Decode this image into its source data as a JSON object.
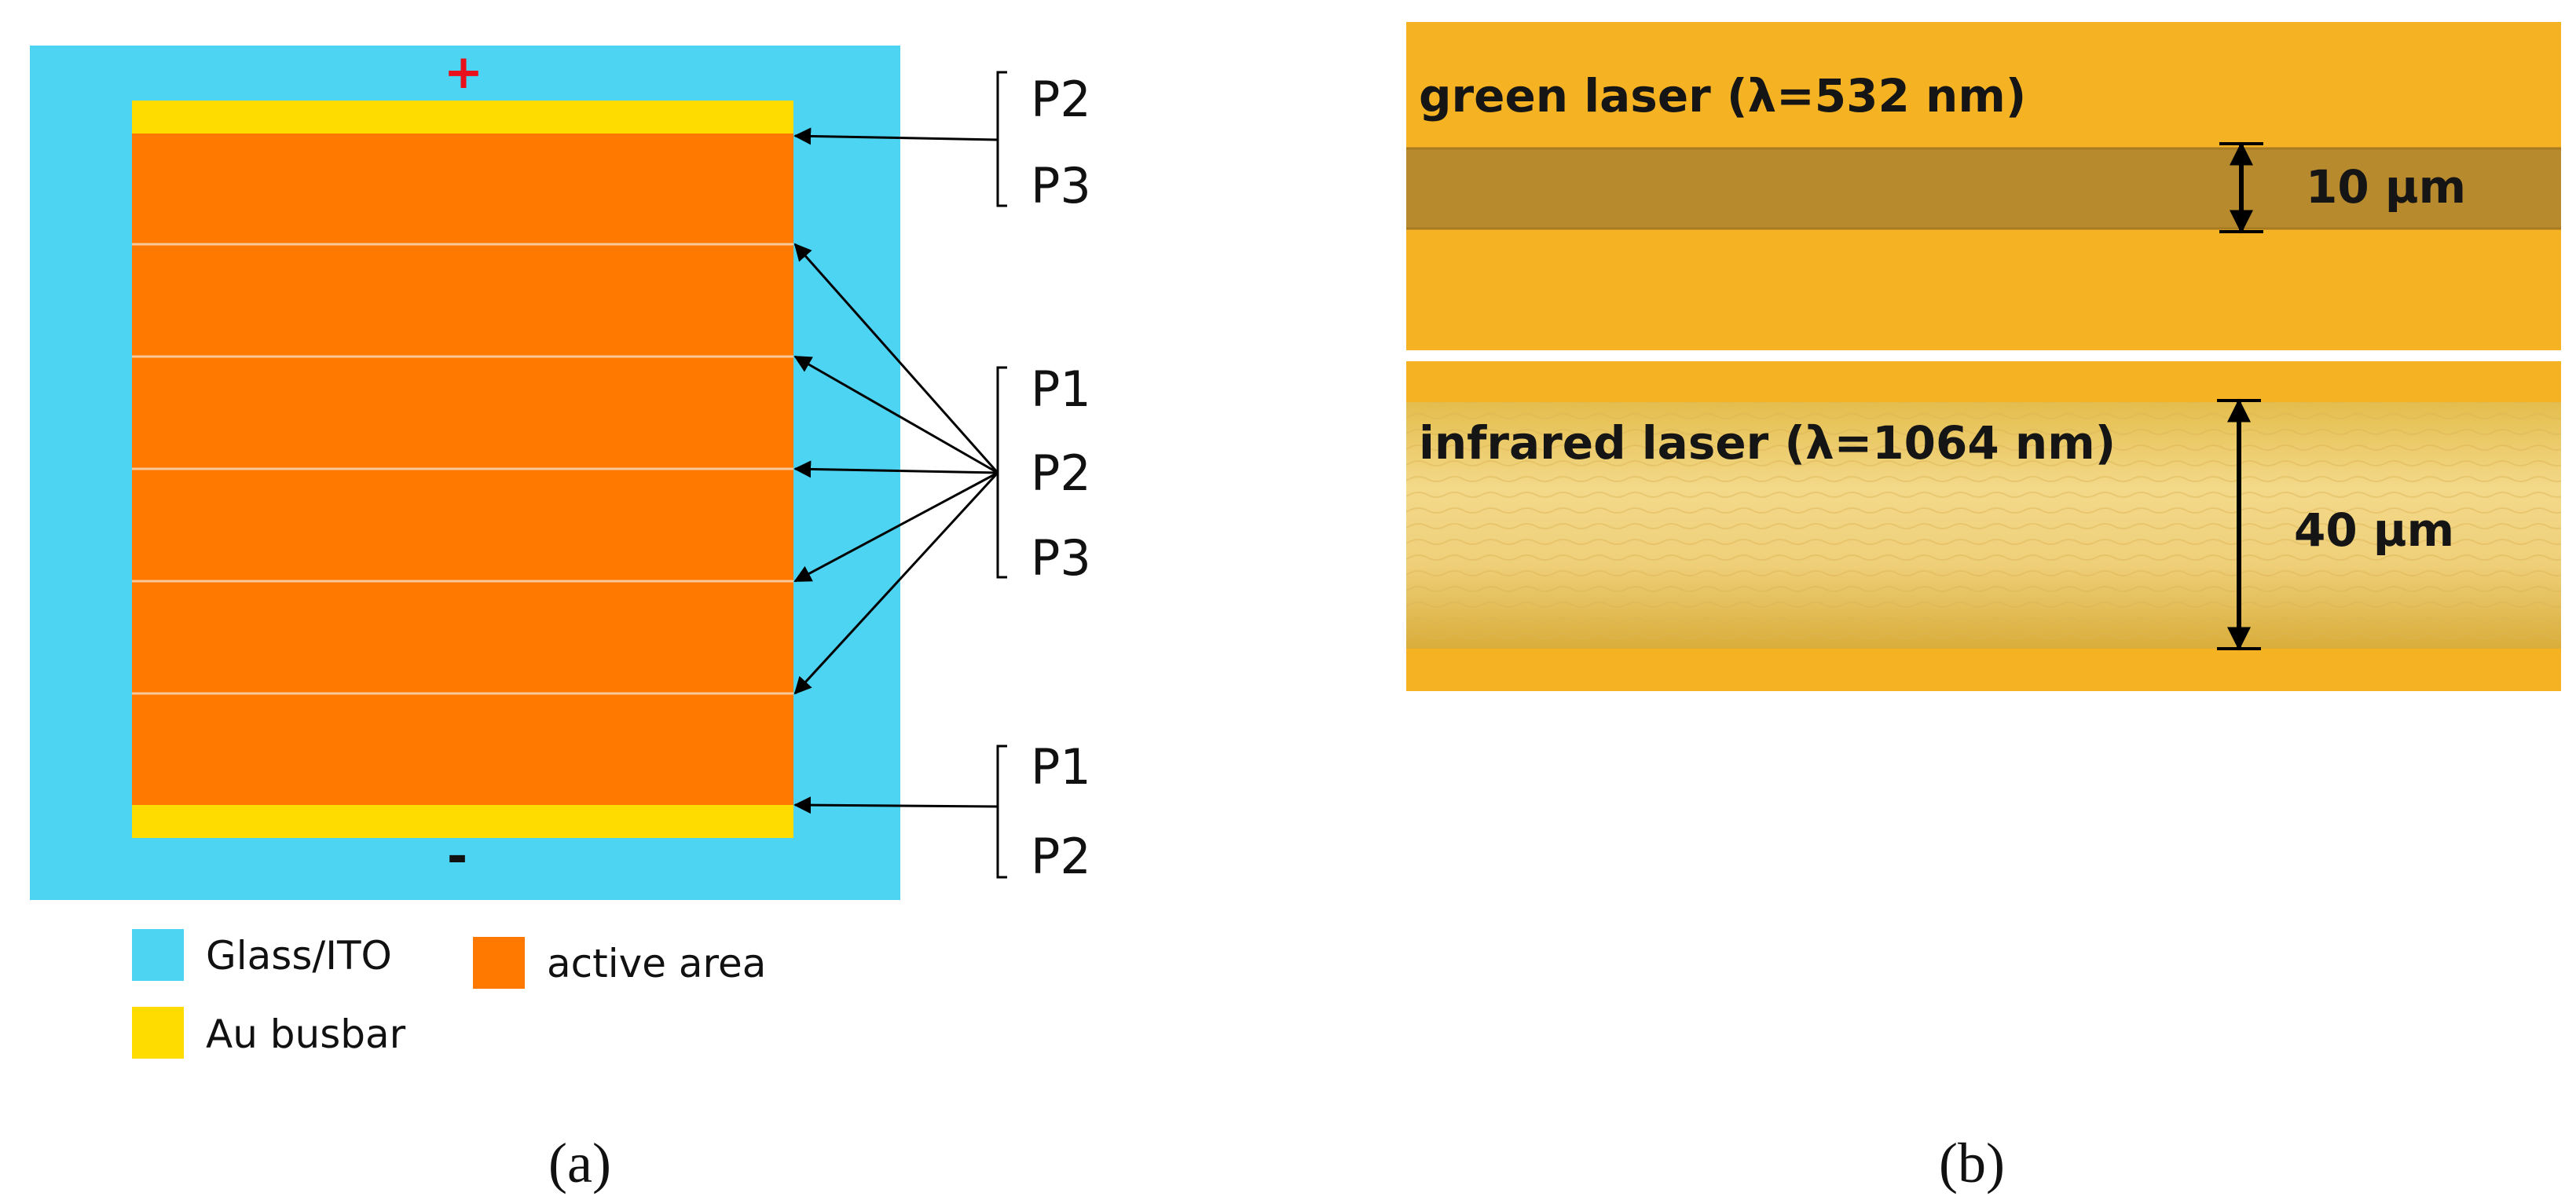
{
  "panel_a": {
    "polarity": {
      "plus": "+",
      "minus": "-"
    },
    "scribe_groups": {
      "top": [
        "P2",
        "P3"
      ],
      "middle": [
        "P1",
        "P2",
        "P3"
      ],
      "bottom": [
        "P1",
        "P2"
      ]
    },
    "legend": [
      {
        "label": "Glass/ITO",
        "color": "#4dd4f2"
      },
      {
        "label": "active area",
        "color": "#ff7800"
      },
      {
        "label": "Au busbar",
        "color": "#ffdc00"
      }
    ],
    "caption": "(a)"
  },
  "panel_b": {
    "top_image": {
      "label": "green laser (λ=532 nm)",
      "width_label": "10 µm"
    },
    "bottom_image": {
      "label": "infrared laser (λ=1064 nm)",
      "width_label": "40 µm"
    },
    "caption": "(b)"
  },
  "colors": {
    "glass_ito": "#4dd4f2",
    "active_area": "#ff7800",
    "busbar": "#ffdc00",
    "plus_sign": "#e8101a",
    "micro_gold": "#f5b323",
    "green_scribe": "#b88a2e",
    "ir_scribe": "#efcf6a"
  }
}
